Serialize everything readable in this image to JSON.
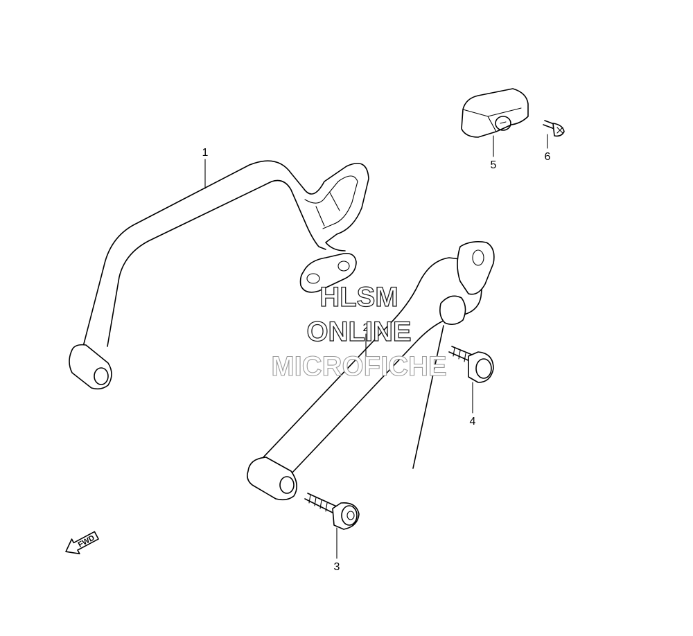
{
  "callouts": [
    {
      "id": "callout-1",
      "text": "1"
    },
    {
      "id": "callout-2",
      "text": "2"
    },
    {
      "id": "callout-3",
      "text": "3"
    },
    {
      "id": "callout-4",
      "text": "4"
    },
    {
      "id": "callout-5",
      "text": "5"
    },
    {
      "id": "callout-6",
      "text": "6"
    }
  ],
  "watermark": {
    "line1": "HLSM",
    "line2": "ONLINE",
    "line3": "MICROFICHE"
  },
  "direction_arrow": {
    "label": "FWD",
    "icon": "forward-arrow-icon"
  },
  "colors": {
    "line": "#000000",
    "background": "#ffffff",
    "watermark_outline": "#1a1a1a",
    "watermark_light_outline": "#9a9a9a"
  }
}
